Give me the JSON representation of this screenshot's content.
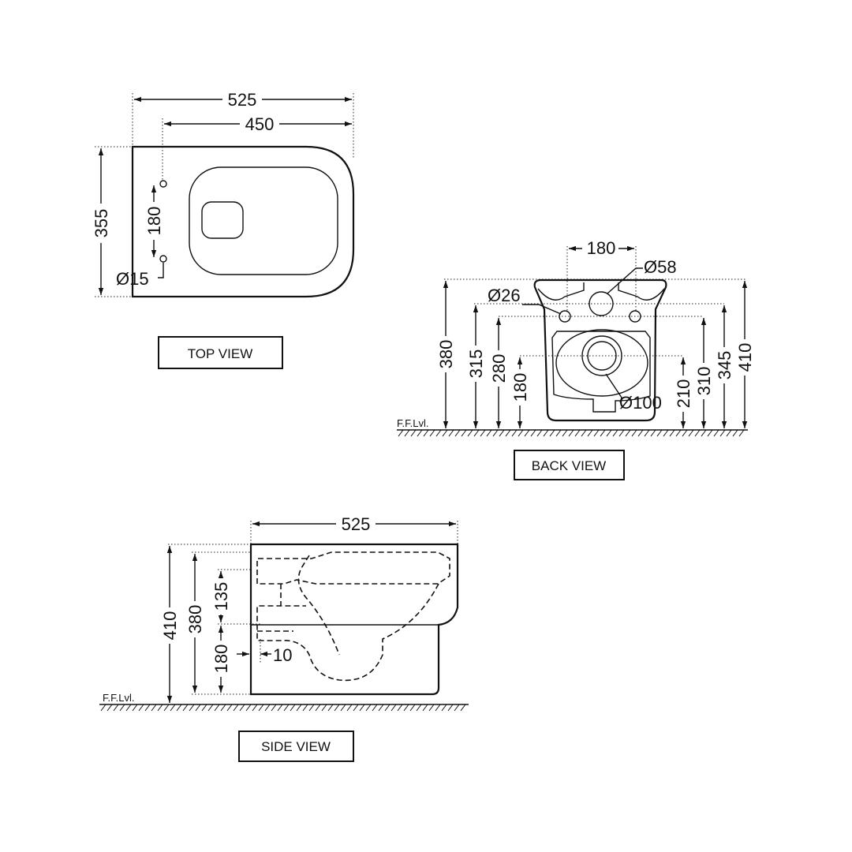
{
  "top_view": {
    "label": "TOP VIEW",
    "dims": {
      "length": "525",
      "hole_offset": "450",
      "width": "355",
      "hole_spacing": "180",
      "hole_dia": "Ø15"
    }
  },
  "back_view": {
    "label": "BACK VIEW",
    "floor": "F.F.Lvl.",
    "dims": {
      "hole_spacing": "180",
      "inlet_dia": "Ø58",
      "bolt_dia": "Ø26",
      "outlet_dia": "Ø100",
      "h380": "380",
      "h315": "315",
      "h280": "280",
      "h180": "180",
      "h210": "210",
      "h310": "310",
      "h345": "345",
      "h410": "410"
    }
  },
  "side_view": {
    "label": "SIDE VIEW",
    "floor": "F.F.Lvl.",
    "dims": {
      "length": "525",
      "h410": "410",
      "h380": "380",
      "h135": "135",
      "h180": "180",
      "h10": "10"
    }
  }
}
